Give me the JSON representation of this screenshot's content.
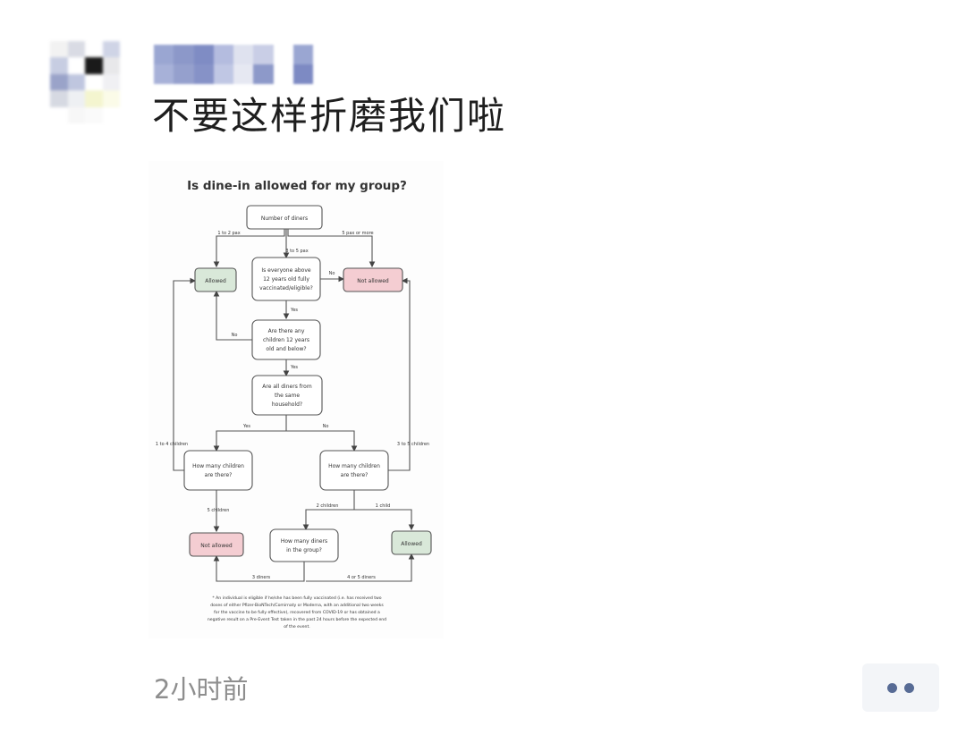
{
  "post": {
    "text": "不要这样折磨我们啦",
    "time": "2小时前"
  },
  "flowchart": {
    "title": "Is dine-in allowed for my group?",
    "nodes": {
      "start": "Number of diners",
      "vacc_q": [
        "Is everyone above",
        "12 years old fully",
        "vaccinated/eligible?"
      ],
      "kids_q": [
        "Are there any",
        "children 12 years",
        "old and below?"
      ],
      "house_q": [
        "Are all diners from",
        "the same",
        "household?"
      ],
      "kids_count_yes": [
        "How many children",
        "are there?"
      ],
      "kids_count_no": [
        "How many children",
        "are there?"
      ],
      "diners_q": [
        "How many diners",
        "in the group?"
      ],
      "allowed": "Allowed",
      "not_allowed": "Not allowed"
    },
    "edges": {
      "one_two": "1 to 2 pax",
      "three_five": "3 to 5 pax",
      "five_more": "5 pax or more",
      "no": "No",
      "yes": "Yes",
      "one_to_four_children": "1 to 4 children",
      "three_to_five_children": "3 to 5 children",
      "five_children": "5 children",
      "two_children": "2 children",
      "one_child": "1 child",
      "two_diners": "3 diners",
      "four_five_diners": "4 or 5 diners"
    },
    "footnote": [
      "* An individual is eligible if he/she has been fully vaccinated (i.e. has received two",
      "doses of either Pfizer-BioNTech/Comirnaty or Moderna, with an additional two weeks",
      "for the vaccine to be fully effective), recovered from COVID-19 or has obtained a",
      "negative result on a Pre-Event Test taken in the past 24 hours before the expected end",
      "of the event."
    ]
  },
  "icons": {
    "more": "more-dots-icon",
    "avatar": "avatar-image"
  },
  "colors": {
    "allowed_fill": "#d9e8d9",
    "not_allowed_fill": "#f4cdd2",
    "link_blue": "#576b95",
    "time_gray": "#8e8e8e"
  }
}
